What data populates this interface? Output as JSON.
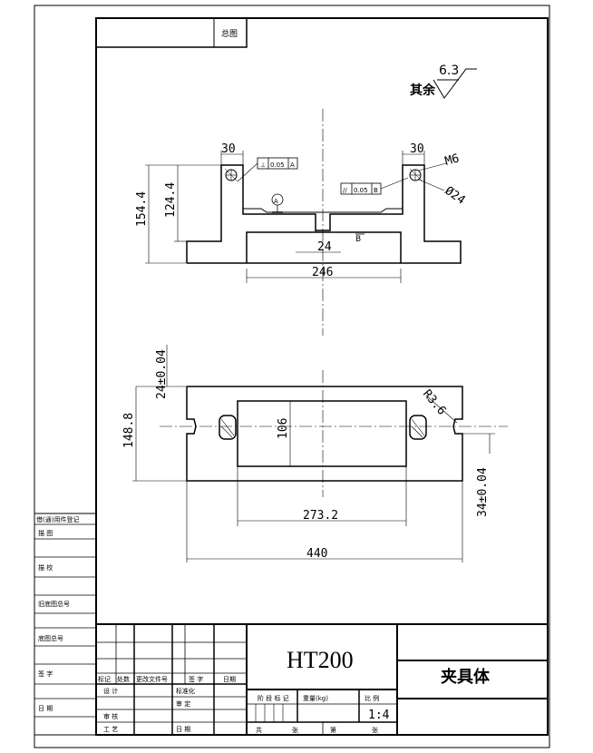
{
  "top_stamp": "总图",
  "roughness": {
    "label": "其余",
    "value": "6.3"
  },
  "top_view": {
    "dim_left_top": "30",
    "dim_right_top": "30",
    "thread": "M6",
    "bore": "Ø24",
    "dim_154": "154.4",
    "dim_124": "124.4",
    "dim_24": "24",
    "dim_246": "246",
    "datum": "A",
    "tol_perp": "⊥",
    "tol_perp_value": "0.05",
    "tol_perp_ref": "A",
    "tol_par": "//",
    "tol_par_value": "0.05",
    "tol_par_ref": "B",
    "datum_b": "B"
  },
  "bottom_view": {
    "dim_24_tol": "24±0.04",
    "dim_148": "148.8",
    "dim_106": "106",
    "radius": "R3.6",
    "dim_34_tol": "34±0.04",
    "dim_273": "273.2",
    "dim_440": "440"
  },
  "side_table": {
    "rows": [
      "借(通)用件登记",
      "描  图",
      "描  校",
      "旧底图总号",
      "底图总号",
      "签  字",
      "日  期"
    ]
  },
  "title_block": {
    "material": "HT200",
    "part_name": "夹具体",
    "rev_headers": [
      "标记",
      "处数",
      "更改文件号",
      "签  字",
      "日期"
    ],
    "sign_rows": [
      "设  计",
      "审  核",
      "工  艺"
    ],
    "sign_rows_mid": [
      "标准化",
      "审  定",
      "日  期"
    ],
    "stage_label": "阶 段 标 记",
    "weight_label": "重量(kg)",
    "scale_label": "比  例",
    "scale_value": "1:4",
    "total_label": "共",
    "sheets_label": "张",
    "page_label": "第",
    "page_sheets_label": "张"
  }
}
